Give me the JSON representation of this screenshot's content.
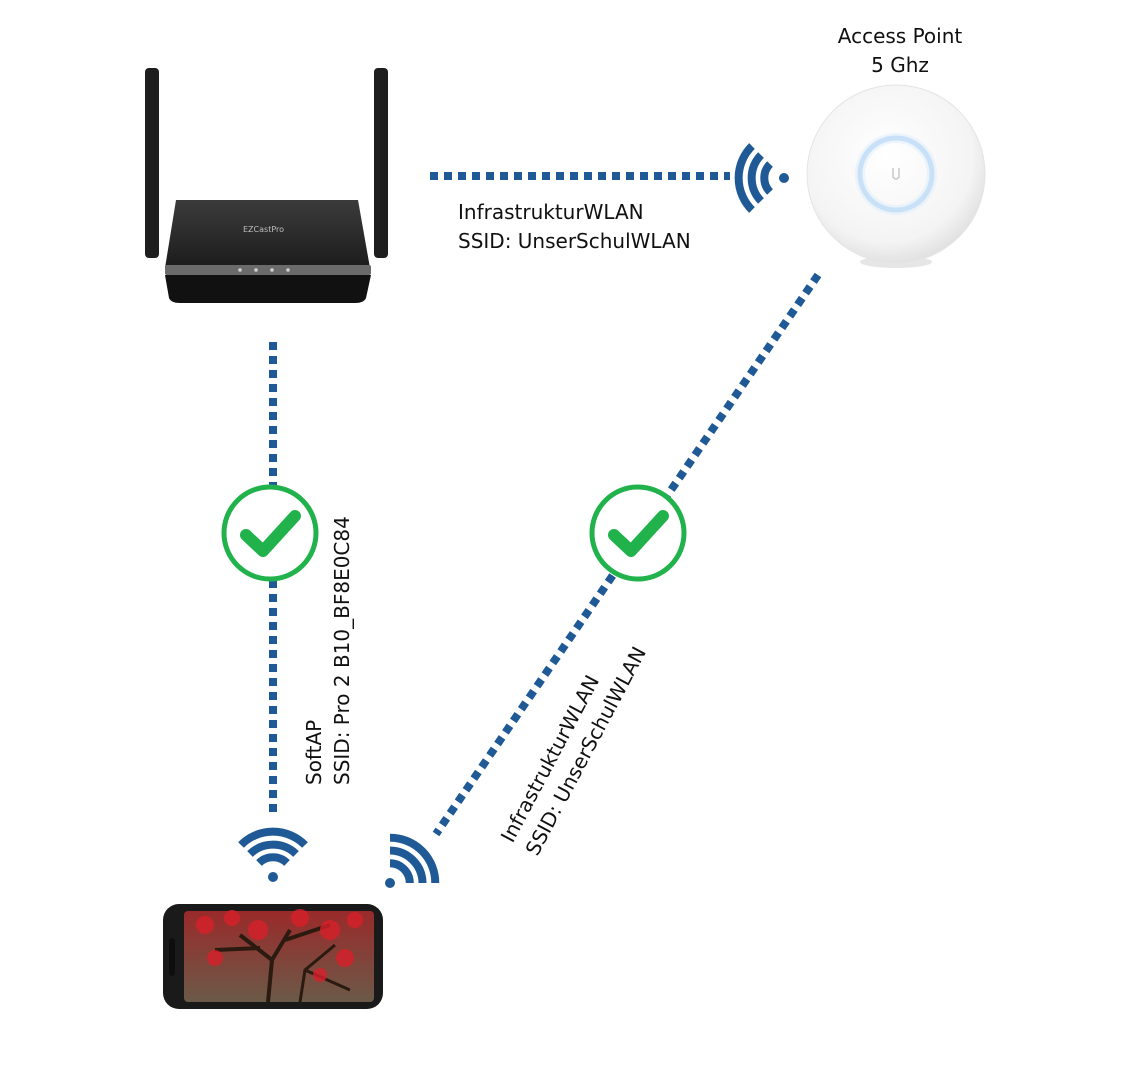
{
  "access_point": {
    "title_line1": "Access Point",
    "title_line2": "5 Ghz"
  },
  "links": {
    "router_to_ap": {
      "label_line1": "InfrastrukturWLAN",
      "label_line2": "SSID: UnserSchulWLAN"
    },
    "router_to_phone": {
      "label_line1": "SoftAP",
      "label_line2": "SSID: Pro 2 B10_BF8E0C84",
      "status": "connected"
    },
    "ap_to_phone": {
      "label_line1": "InfrastrukturWLAN",
      "label_line2": "SSID: UnserSchulWLAN",
      "status": "connected"
    }
  },
  "router": {
    "brand": "EZCastPro"
  },
  "colors": {
    "link": "#1f5a96",
    "check": "#22b24c",
    "router_body": "#2a2a2a",
    "ap_ring": "#b9d7f2"
  }
}
